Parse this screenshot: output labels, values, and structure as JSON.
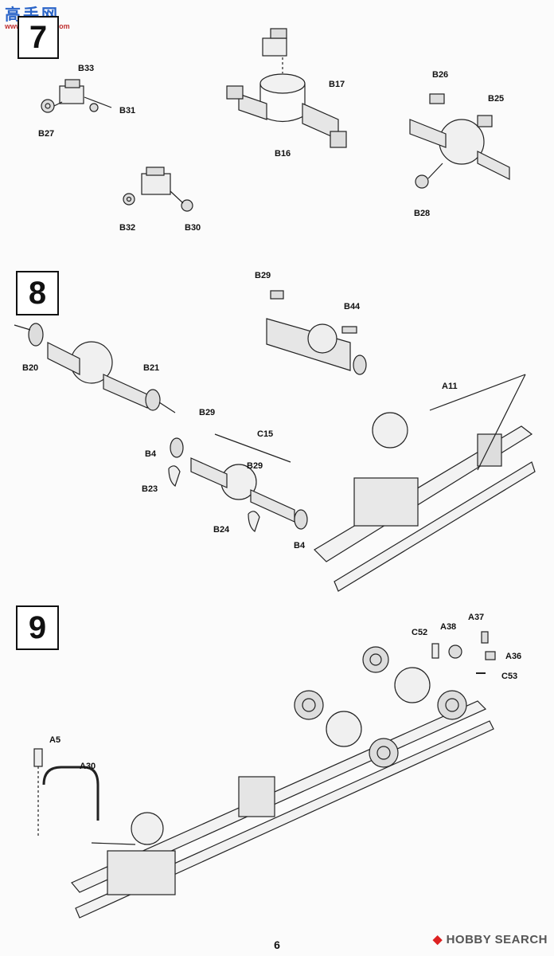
{
  "watermark": {
    "title": "高手网",
    "url": "www.gaoshou.com"
  },
  "steps": [
    {
      "number": "7",
      "labels": [
        "B33",
        "B31",
        "B27",
        "B17",
        "B16",
        "B26",
        "B25",
        "B28",
        "B32",
        "B30"
      ]
    },
    {
      "number": "8",
      "labels": [
        "B29",
        "B44",
        "B20",
        "B21",
        "A11",
        "B29",
        "C15",
        "B4",
        "B29",
        "B23",
        "B24",
        "B4"
      ]
    },
    {
      "number": "9",
      "labels": [
        "C52",
        "A38",
        "A37",
        "A36",
        "C53",
        "A5",
        "A30"
      ]
    }
  ],
  "page_number": "6",
  "footer_brand": {
    "icon": "hobbysearch-logo-icon",
    "text": "HOBBY SEARCH"
  }
}
